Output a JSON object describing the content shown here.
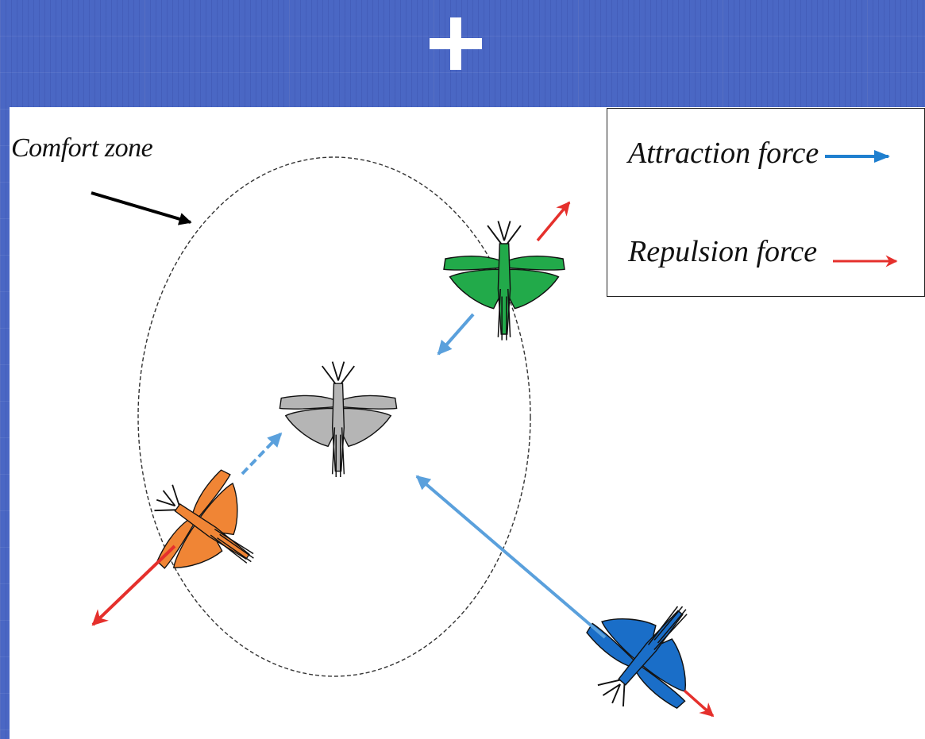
{
  "labels": {
    "comfort_zone": "Comfort zone"
  },
  "legend": {
    "attraction": {
      "label": "Attraction force",
      "color": "#1f7fcf"
    },
    "repulsion": {
      "label": "Repulsion force",
      "color": "#e5302c"
    }
  },
  "colors": {
    "background": "#4a67c4",
    "grasshopper_center": "#b5b5b5",
    "grasshopper_green": "#22aa4a",
    "grasshopper_orange": "#f08535",
    "grasshopper_blue": "#1a6ec8",
    "attraction_arrow": "#5aa0dc",
    "repulsion_arrow": "#e5302c",
    "pointer_arrow": "#000000"
  },
  "icons": [
    "plus-icon",
    "grasshopper-icon"
  ]
}
